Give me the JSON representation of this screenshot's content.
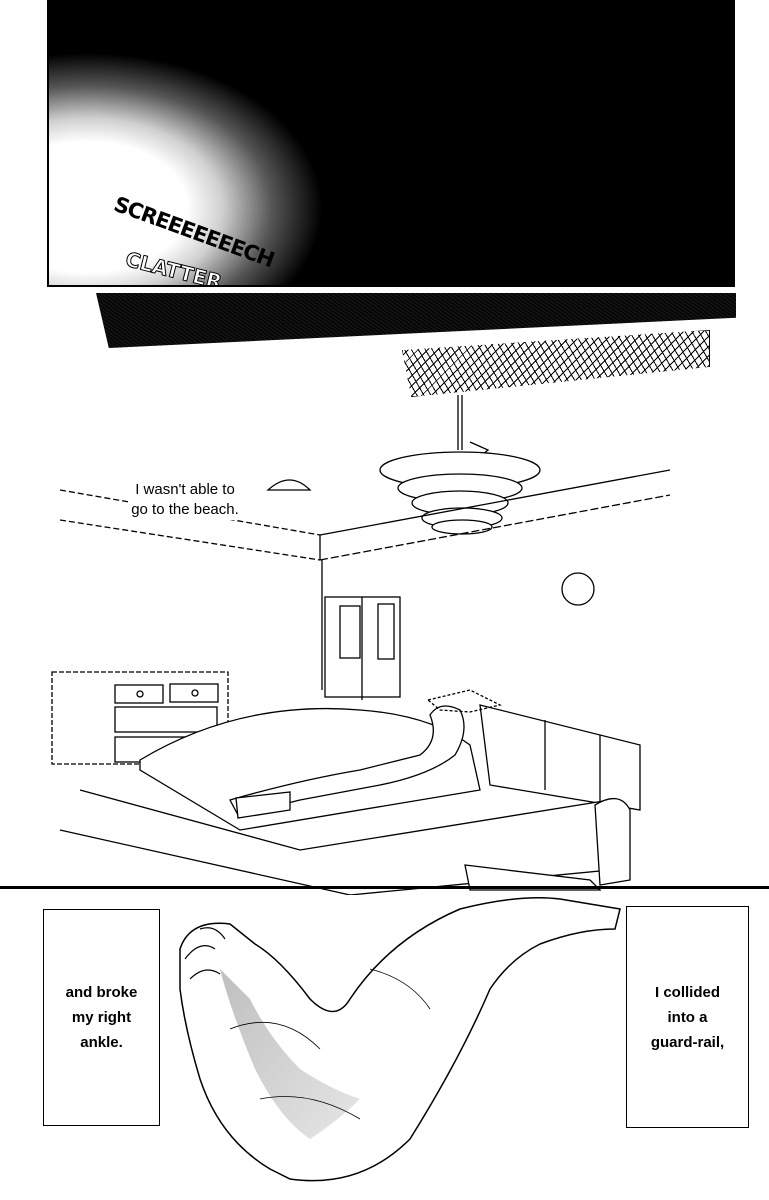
{
  "sfx": {
    "screech": "SCREEEEEEECH",
    "clatter": "CLATTER"
  },
  "narration": {
    "line1": "I wasn't able to go to the beach."
  },
  "captions": {
    "left": "and broke\nmy right\nankle.",
    "right": "I collided\ninto a\nguard-rail,"
  }
}
